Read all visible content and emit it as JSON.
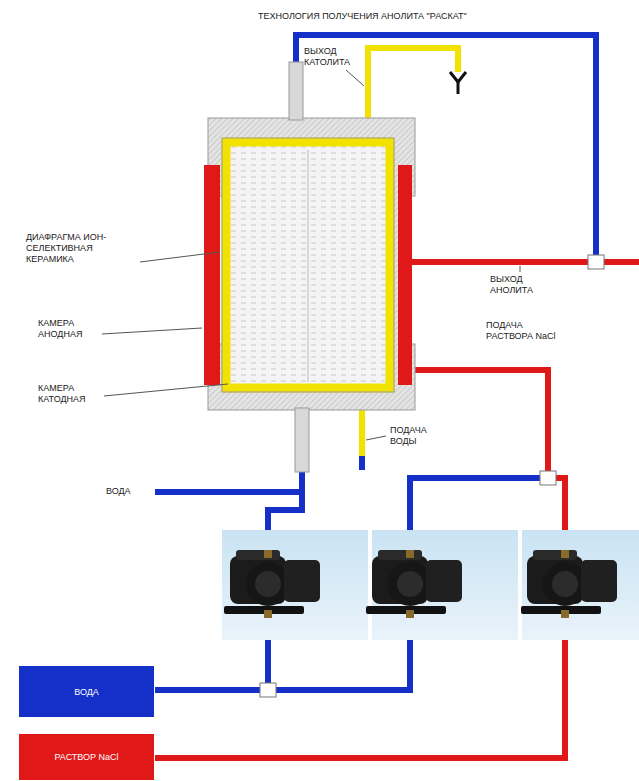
{
  "diagram": {
    "title": "ТЕХНОЛОГИЯ ПОЛУЧЕНИЯ АНОЛИТА \"РАСКАТ\"",
    "nodes": [
      {
        "text": [
          "ВОДА"
        ]
      },
      {
        "text": [
          "РАСТВОР NaCl"
        ]
      }
    ],
    "labels": [
      "ВЫХОД КАТОЛИТА",
      "ВЫХОД АНОЛИТА",
      "ДИАФРАГМА ИОН-СЕЛЕКТИВНАЯ КЕРАМИКА",
      "КАМЕРА АНОДНАЯ",
      "КАМЕРА КАТОДНАЯ",
      "ПОДАЧА РАСТВОРА NaCl",
      "ПОДАЧА ВОДЫ",
      "ВОДА"
    ]
  }
}
